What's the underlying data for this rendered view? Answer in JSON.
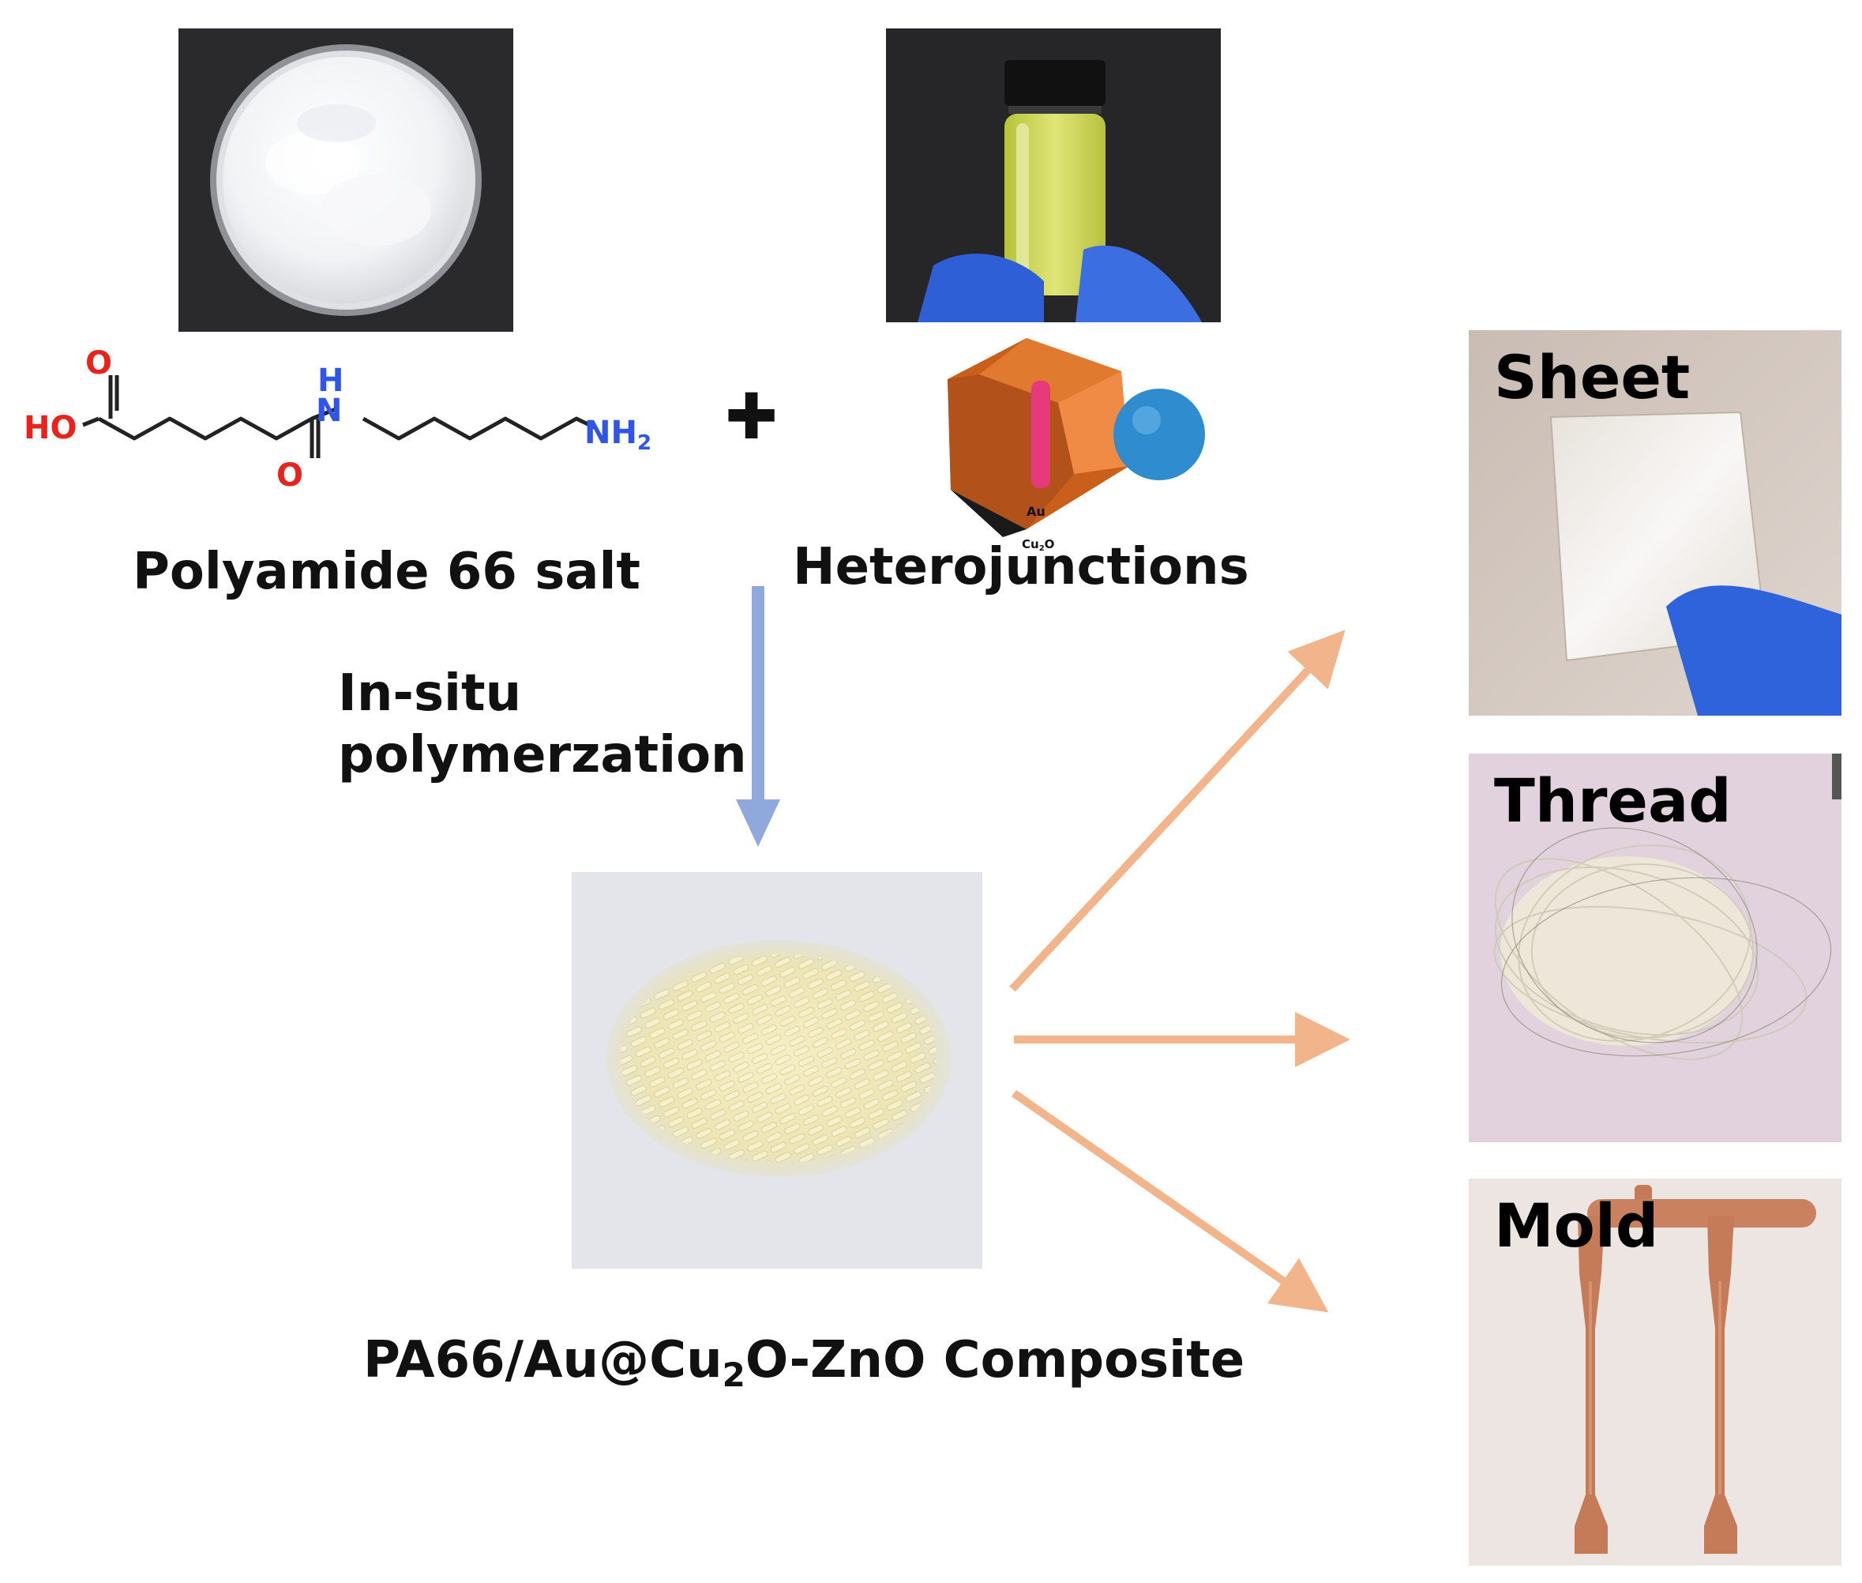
{
  "reactants": {
    "salt_label": "Polyamide 66 salt",
    "heterojunction_label": "Heterojunctions",
    "plus_glyph": "✚"
  },
  "molecule": {
    "atom_o_top": "O",
    "atom_ho": "HO",
    "atom_h": "H",
    "atom_n": "N",
    "atom_o_bottom": "O",
    "atom_nh2_main": "NH",
    "atom_nh2_sub": "2"
  },
  "particle": {
    "au_label": "Au",
    "cu2o_main": "Cu",
    "cu2o_sub": "2",
    "cu2o_tail": "O"
  },
  "process": {
    "line1": "In-situ",
    "line2": "polymerzation"
  },
  "composite": {
    "label_a": "PA66/Au@Cu",
    "label_sub": "2",
    "label_b": "O-ZnO Composite"
  },
  "products": [
    {
      "label": "Sheet"
    },
    {
      "label": "Thread"
    },
    {
      "label": "Mold"
    }
  ],
  "colors": {
    "arrow_blue": "#8fa9dc",
    "arrow_orange": "#f2b48a",
    "oxygen_red": "#e8231d",
    "nitrogen_blue": "#2f56e8",
    "cu2o_orange": "#c95f1a",
    "au_sphere_blue": "#2e8ccf",
    "au_rod_pink": "#e83a7a"
  }
}
